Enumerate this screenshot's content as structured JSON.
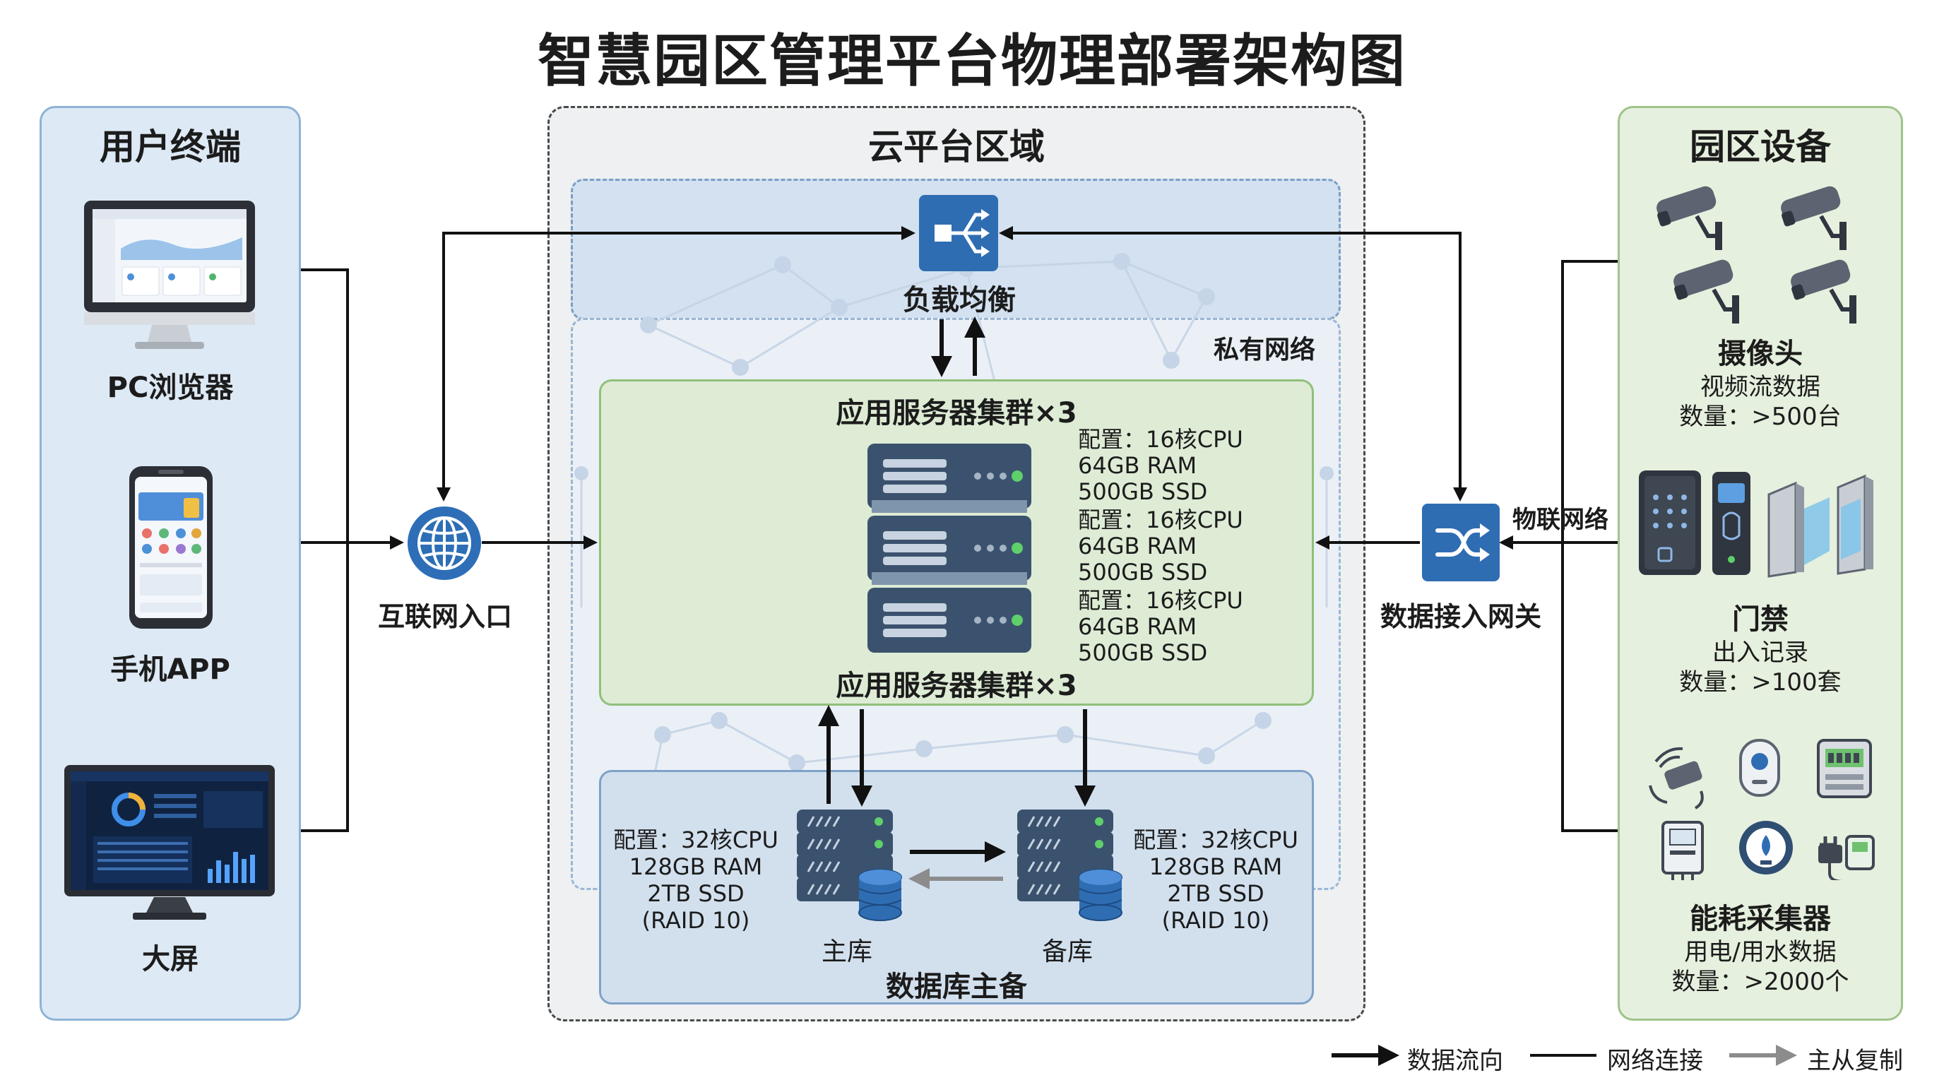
{
  "title": "智慧园区管理平台物理部署架构图",
  "users": {
    "title": "用户终端",
    "pc": "PC浏览器",
    "mobile": "手机APP",
    "screen": "大屏"
  },
  "cloud": {
    "title": "云平台区域",
    "load_balancer": "负载均衡",
    "private_network": "私有网络",
    "app_cluster": {
      "title": "应用服务器集群×3",
      "title_bottom": "应用服务器集群×3",
      "specs": [
        [
          "配置：16核CPU",
          "64GB RAM",
          "500GB SSD"
        ],
        [
          "配置：16核CPU",
          "64GB RAM",
          "500GB SSD"
        ],
        [
          "配置：16核CPU",
          "64GB RAM",
          "500GB SSD"
        ]
      ]
    },
    "database": {
      "title": "数据库主备",
      "primary_label": "主库",
      "standby_label": "备库",
      "primary_spec": [
        "配置：32核CPU",
        "128GB RAM",
        "2TB SSD",
        "(RAID 10)"
      ],
      "standby_spec": [
        "配置：32核CPU",
        "128GB RAM",
        "2TB SSD",
        "(RAID 10)"
      ]
    }
  },
  "internet_entry": "互联网入口",
  "iot": {
    "gateway": "数据接入网关",
    "network": "物联网络"
  },
  "devices": {
    "title": "园区设备",
    "camera": {
      "name": "摄像头",
      "desc": "视频流数据",
      "count": "数量：>500台"
    },
    "access": {
      "name": "门禁",
      "desc": "出入记录",
      "count": "数量：>100套"
    },
    "energy": {
      "name": "能耗采集器",
      "desc": "用电/用水数据",
      "count": "数量：>2000个"
    }
  },
  "legend": {
    "data_flow": "数据流向",
    "network_link": "网络连接",
    "replication": "主从复制"
  },
  "colors": {
    "accent_blue": "#2f6db3",
    "server_dark": "#3b526e",
    "users_bg": "#dde9f5",
    "devices_bg": "#e6f0de",
    "cluster_bg": "#deecd5",
    "db_bg": "#d2e0ee",
    "replication_gray": "#8c8c8c"
  },
  "icons": [
    "monitor-icon",
    "smartphone-icon",
    "dashboard-screen-icon",
    "globe-icon",
    "load-balancer-icon",
    "rack-server-icon",
    "database-server-icon",
    "shuffle-gateway-icon",
    "cctv-camera-icon",
    "access-control-icon",
    "turnstile-icon",
    "energy-meter-icon"
  ]
}
